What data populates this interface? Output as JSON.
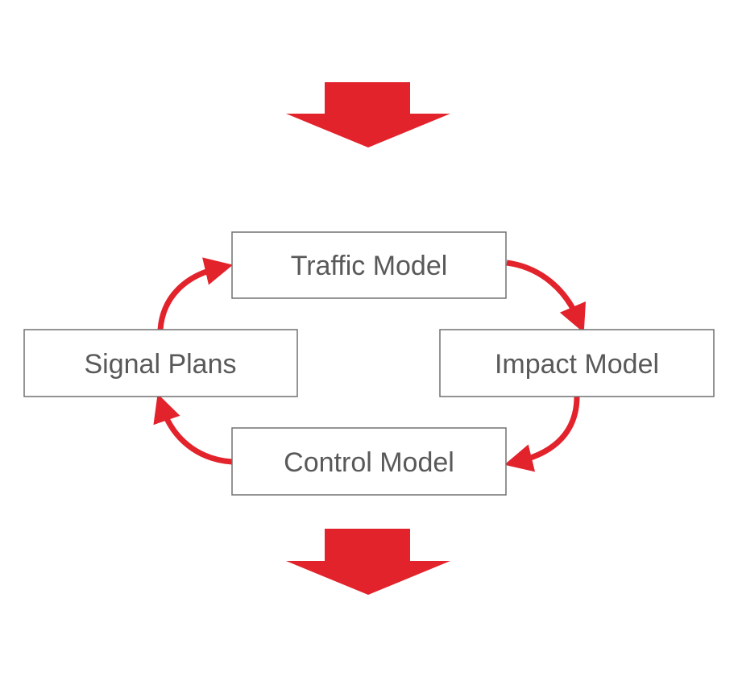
{
  "colors": {
    "accent": "#e3232c",
    "box_border": "#707070",
    "text": "#595959",
    "background": "#ffffff"
  },
  "nodes": {
    "traffic_model": "Traffic Model",
    "impact_model": "Impact Model",
    "control_model": "Control Model",
    "signal_plans": "Signal Plans"
  },
  "edges": [
    {
      "from": "Traffic Model",
      "to": "Impact Model"
    },
    {
      "from": "Impact Model",
      "to": "Control Model"
    },
    {
      "from": "Control Model",
      "to": "Signal Plans"
    },
    {
      "from": "Signal Plans",
      "to": "Traffic Model"
    }
  ],
  "icons": {
    "top": "arrow-down-icon",
    "bottom": "arrow-down-icon"
  }
}
